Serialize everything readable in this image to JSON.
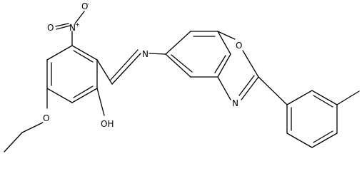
{
  "structure": {
    "atoms": {
      "nitro_n": "N",
      "nitro_n_charge": "+",
      "nitro_o_top": "O",
      "nitro_o_top_charge": "-",
      "nitro_o_left": "O",
      "imine_n": "N",
      "oxazole_o": "O",
      "oxazole_n": "N",
      "ethoxy_o": "O",
      "hydroxyl": "OH"
    }
  }
}
